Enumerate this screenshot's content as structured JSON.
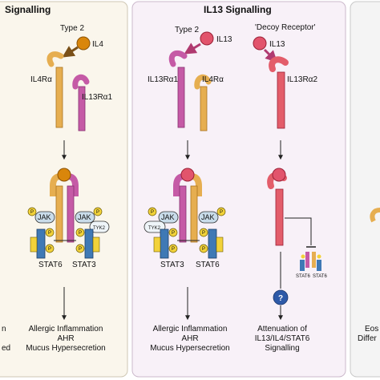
{
  "panels": [
    {
      "title": "Signalling",
      "receptor_heading": "Type 2",
      "ligand": "IL4",
      "chain_left": "IL4Rα",
      "chain_right": "IL13Rα1",
      "kinase_left": "JAK",
      "kinase_right": "JAK",
      "kinase_extra": "TYK2",
      "stat_left": "STAT6",
      "stat_right": "STAT3",
      "phospho": "P",
      "side_text": [
        "n",
        "ed"
      ],
      "outcome": [
        "Allergic Inflammation",
        "AHR",
        "Mucus Hypersecretion"
      ]
    },
    {
      "title": "IL13 Signalling",
      "receptor_heading": "Type 2",
      "ligand": "IL13",
      "chain_left": "IL13Rα1",
      "chain_right": "IL4Rα",
      "kinase_left": "JAK",
      "kinase_right": "JAK",
      "kinase_extra": "TYK2",
      "stat_left": "STAT3",
      "stat_right": "STAT6",
      "outcome": [
        "Allergic Inflammation",
        "AHR",
        "Mucus Hypersecretion"
      ],
      "decoy": {
        "heading": "'Decoy Receptor'",
        "ligand": "IL13",
        "chain": "IL13Rα2",
        "mini_stat_left": "STAT6",
        "mini_stat_right": "STAT6",
        "question": "?",
        "outcome": [
          "Attenuation of",
          "IL13/IL4/STAT6",
          "Signalling"
        ]
      }
    },
    {
      "title": "",
      "outcome": [
        "Eos",
        "Differ"
      ]
    }
  ],
  "colors": {
    "panel1_bg": "#faf6ec",
    "panel2_bg": "#f8f1f8",
    "panel3_bg": "#f4f4f4",
    "il4": "#d9860b",
    "il13": "#e2546c",
    "il4ra": "#e6ae50",
    "il13ra1": "#c55aa6",
    "il13ra2": "#e35d6a",
    "jak": "#c9dcea",
    "stat": "#3f79b5",
    "phospho": "#f2d23a"
  }
}
